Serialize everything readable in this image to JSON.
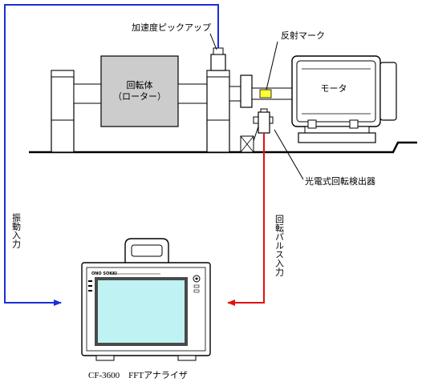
{
  "labels": {
    "pickup": "加速度ピックアップ",
    "reflective_mark": "反射マーク",
    "rotor_line1": "回転体",
    "rotor_line2": "（ローター）",
    "motor": "モータ",
    "photo_detector": "光電式回転検出器",
    "vibration_input": "振動入力",
    "pulse_input": "回転パルス入力",
    "analyzer_caption": "CF-3600　FFTアナライザ",
    "analyzer_brand": "ONO SOKKI"
  },
  "colors": {
    "vibration_line": "#1a2fd6",
    "pulse_line": "#e01010",
    "screen": "#bff3f3",
    "screen_border": "#4a4a4a",
    "rotor_fill": "#cccccc",
    "mark_fill": "#ffff33"
  }
}
